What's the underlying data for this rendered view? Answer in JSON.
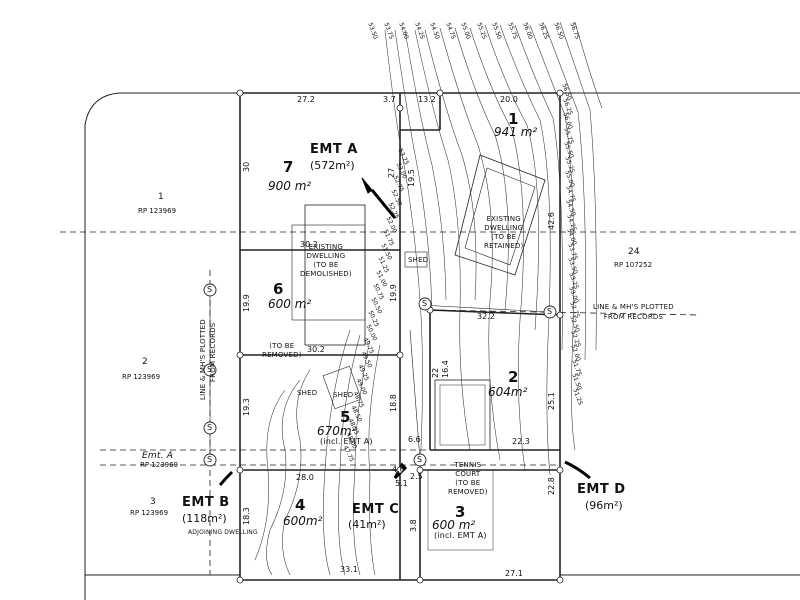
{
  "lots": [
    {
      "number": "7",
      "area": "900 m²"
    },
    {
      "number": "6",
      "area": "600 m²"
    },
    {
      "number": "5",
      "area": "670m²",
      "note": "(incl. EMT A)"
    },
    {
      "number": "4",
      "area": "600m²"
    },
    {
      "number": "3",
      "area": "600 m²",
      "note": "(incl. EMT A)"
    },
    {
      "number": "2",
      "area": "604m²"
    },
    {
      "number": "1",
      "area": "941 m²"
    }
  ],
  "easements": [
    {
      "label": "EMT A",
      "area": "(572m²)"
    },
    {
      "label": "EMT B",
      "area": "(118m²)"
    },
    {
      "label": "EMT C",
      "area": "(41m²)"
    },
    {
      "label": "EMT D",
      "area": "(96m²)"
    }
  ],
  "adjoining": [
    {
      "lot": "1",
      "plan": "RP 123969"
    },
    {
      "lot": "2",
      "plan": "RP 123969"
    },
    {
      "lot": "3",
      "plan": "RP 123969"
    },
    {
      "lot": "24",
      "plan": "RP 107252"
    }
  ],
  "emt_strip": {
    "label": "Emt. A",
    "plan": "RP 123969"
  },
  "notes": {
    "existing_demolished": [
      "EXISTING",
      "DWELLING",
      "(TO BE",
      "DEMOLISHED)"
    ],
    "existing_retained": [
      "EXISTING",
      "DWELLING",
      "(TO BE",
      "RETAINED)"
    ],
    "to_be_removed": [
      "(TO BE",
      "REMOVED)"
    ],
    "shed": "SHED",
    "tennis": [
      "TENNIS",
      "COURT",
      "(TO BE",
      "REMOVED)"
    ],
    "adjoining_dwelling": "ADJOINING DWELLING",
    "line_mh_left": [
      "LINE & MH'S PLOTTED",
      "FROM RECORDS"
    ],
    "line_mh_right": [
      "LINE & MH'S PLOTTED",
      "FROM RECORDS"
    ],
    "sewer_symbol": "S"
  },
  "dimensions": {
    "d272": "27.2",
    "d37": "3.7",
    "d132": "13.2",
    "d200": "20.0",
    "d30": "30",
    "d27": "27",
    "d302a": "30.2",
    "d302b": "30.2",
    "d199a": "19.9",
    "d199b": "19.9",
    "d322": "32.2",
    "d426": "42.6",
    "d193": "19.3",
    "d188": "18.8",
    "d280": "28.0",
    "d183": "18.3",
    "d331": "33.1",
    "d223": "22.3",
    "d228": "22.8",
    "d271": "27.1",
    "d251": "25.1",
    "d195": "19.5",
    "d22": "22",
    "d164": "16.4",
    "d38": "3.8",
    "d66": "6.6",
    "d46": "4.6",
    "d25": "2.5",
    "d51": "5.1"
  },
  "contours_top": [
    "53.50",
    "53.75",
    "54.00",
    "54.25",
    "54.50",
    "54.75",
    "55.00",
    "55.25",
    "55.50",
    "55.75",
    "56.00",
    "56.25",
    "56.50",
    "56.75"
  ],
  "contours_right": [
    "56.50",
    "56.25",
    "56.00",
    "55.75",
    "55.50",
    "55.25",
    "55.00",
    "54.75",
    "54.50",
    "54.25",
    "54.00",
    "53.75",
    "53.50",
    "53.25",
    "53.00",
    "52.75",
    "52.50",
    "52.25",
    "52.00",
    "51.75",
    "51.50",
    "51.25"
  ],
  "contours_mid": [
    "53.25",
    "53.00",
    "52.75",
    "52.50",
    "52.25",
    "52.00",
    "51.75",
    "51.50",
    "51.25",
    "51.00",
    "50.75",
    "50.50",
    "50.25",
    "50.00",
    "49.75",
    "49.50",
    "49.25",
    "49.00",
    "48.75",
    "48.50",
    "48.25",
    "48.00",
    "47.75"
  ]
}
